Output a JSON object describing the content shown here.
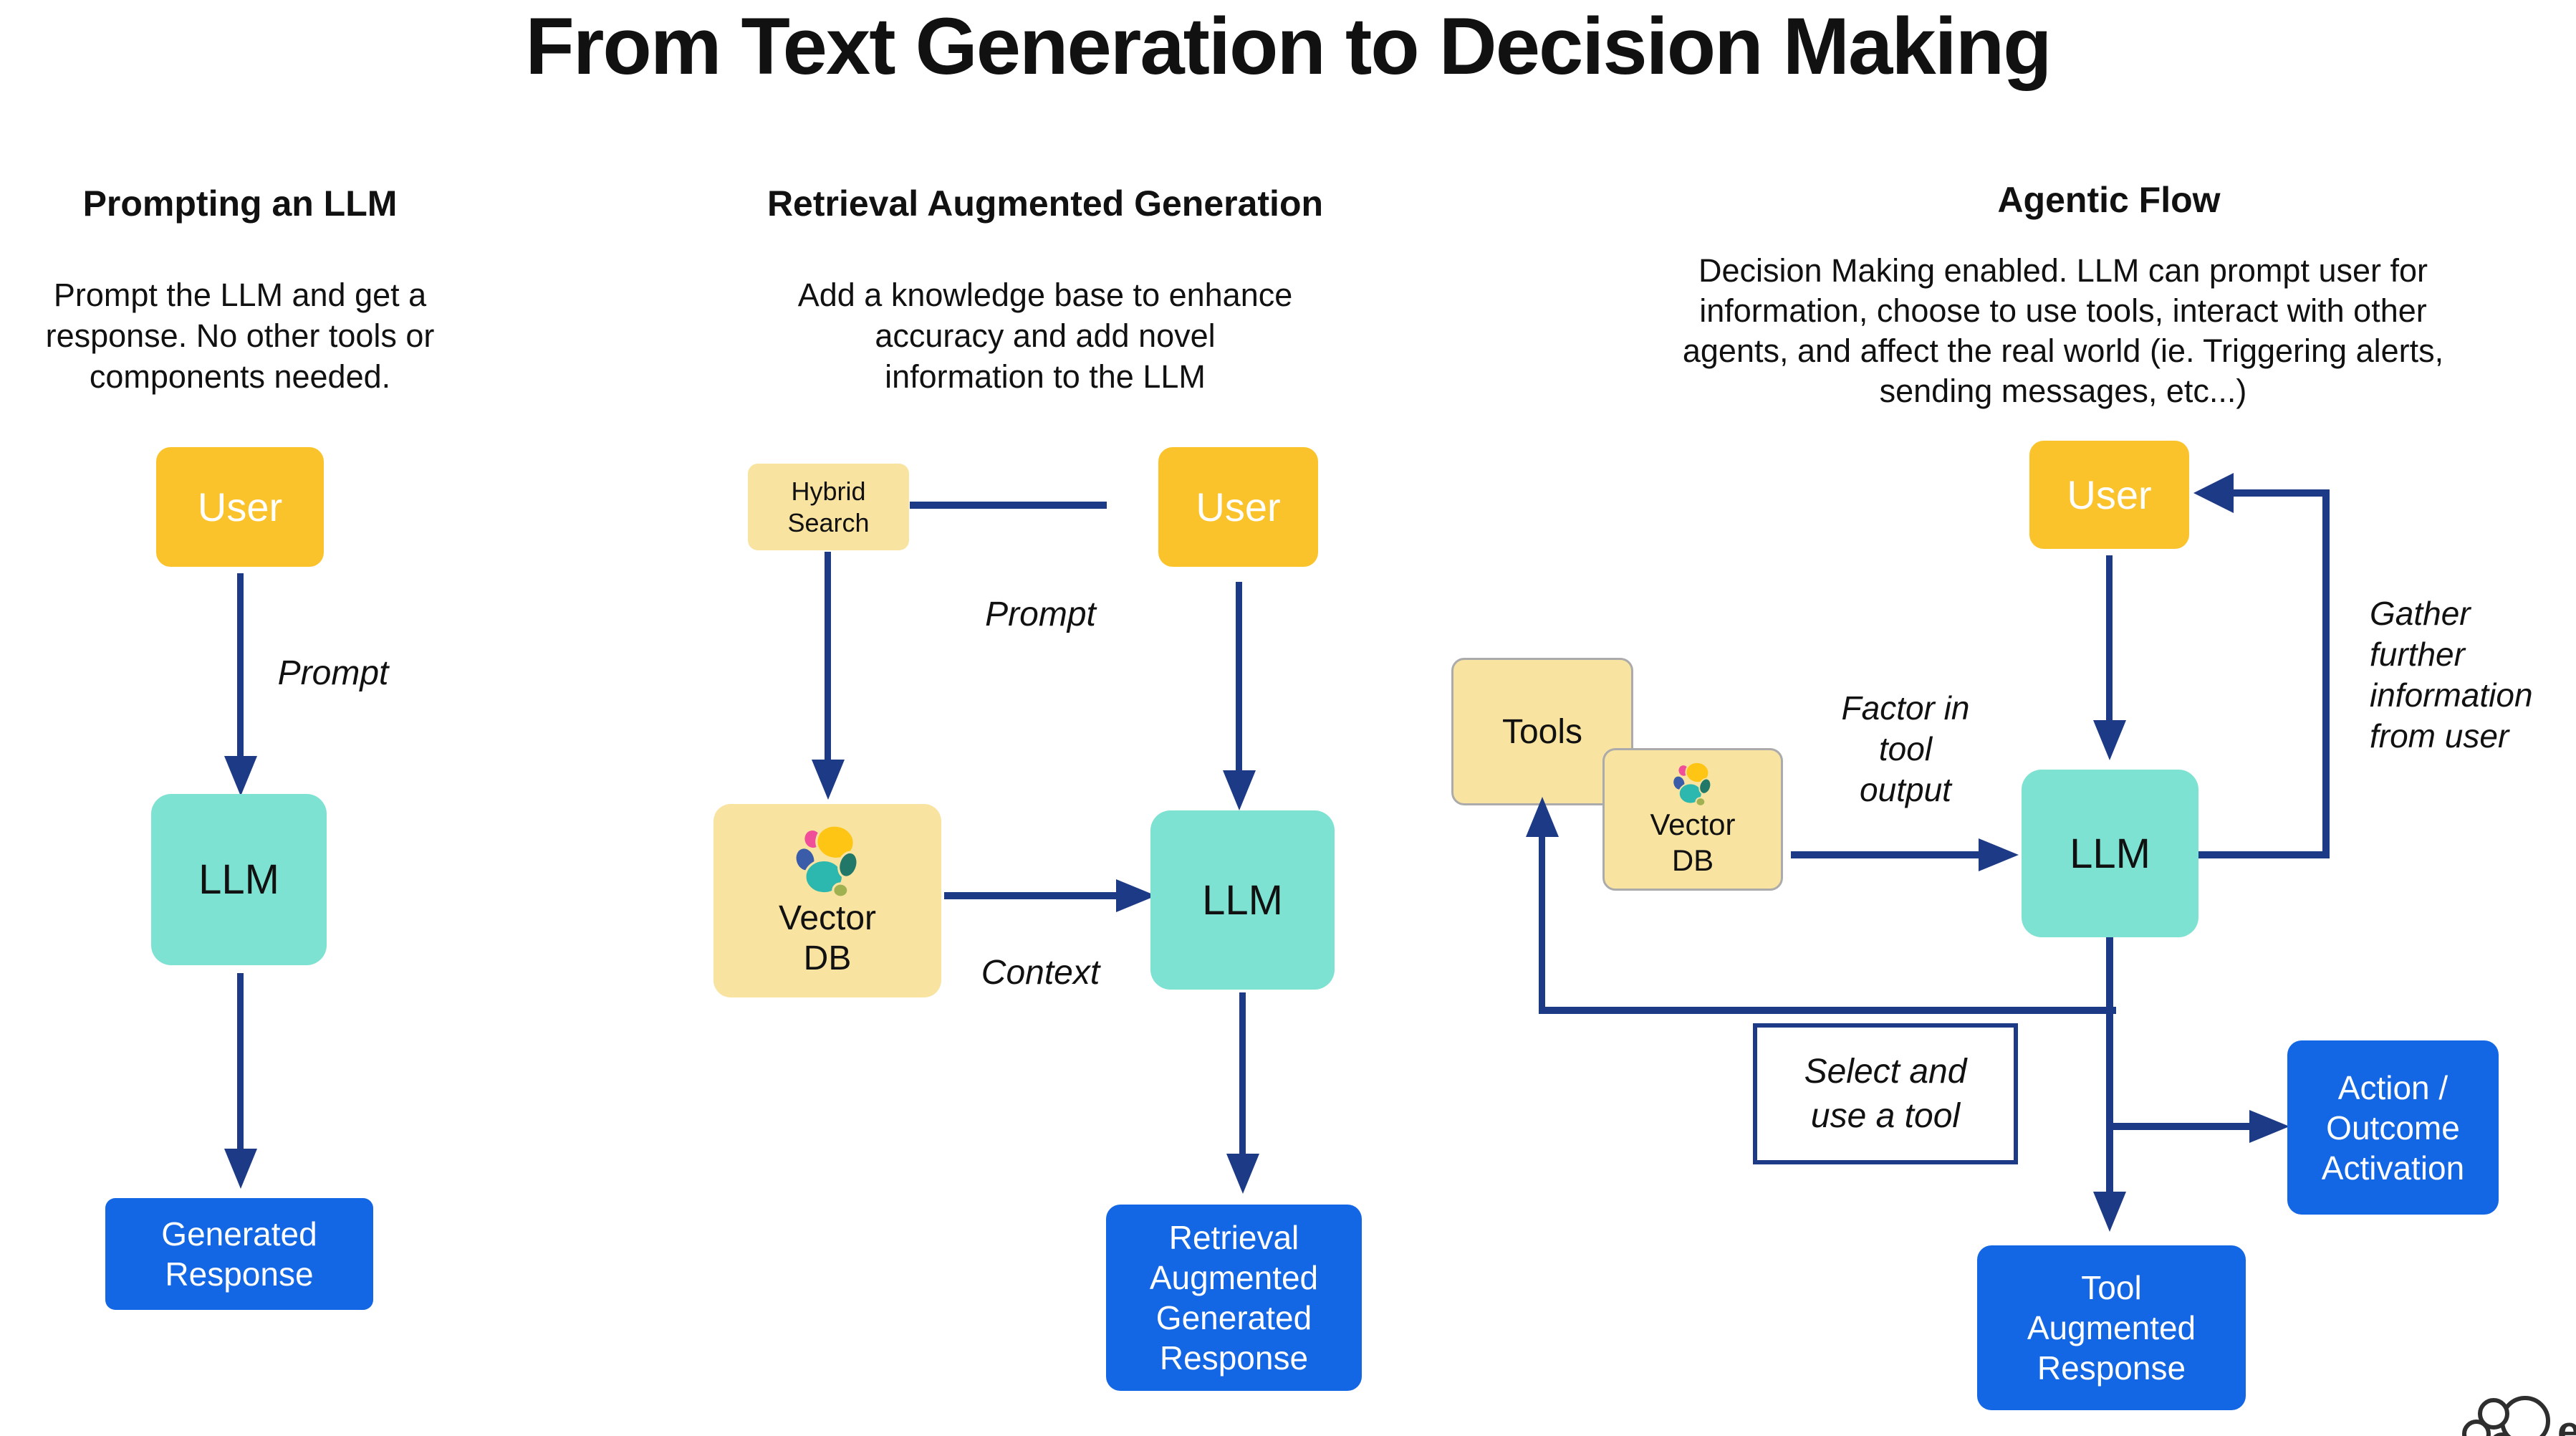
{
  "title": "From Text Generation to Decision Making",
  "colors": {
    "node_yellow": "#FBC32B",
    "node_teal": "#7DE2D1",
    "node_blue": "#1366E4",
    "node_cream": "#F8E3A1",
    "arrow_navy": "#1C3A86",
    "gray_border": "#ABABAB",
    "logo_yellow": "#FEC514",
    "logo_pink": "#F04E98",
    "logo_blue": "#3B5CA8",
    "logo_teal": "#2CB8AE",
    "logo_green": "#217868",
    "logo_olive": "#A0B152"
  },
  "columns": [
    {
      "heading": "Prompting an LLM",
      "description_lines": [
        "Prompt the LLM and get a",
        "response. No other tools or",
        "components needed."
      ],
      "nodes": {
        "user": "User",
        "llm": "LLM",
        "response_lines": [
          "Generated",
          "Response"
        ]
      },
      "labels": {
        "prompt": "Prompt"
      }
    },
    {
      "heading": "Retrieval Augmented Generation",
      "description_lines": [
        "Add a knowledge base to enhance",
        "accuracy and add novel",
        "information to the LLM"
      ],
      "nodes": {
        "hybrid_lines": [
          "Hybrid",
          "Search"
        ],
        "user": "User",
        "vector_db_lines": [
          "Vector",
          "DB"
        ],
        "llm": "LLM",
        "response_lines": [
          "Retrieval",
          "Augmented",
          "Generated",
          "Response"
        ]
      },
      "labels": {
        "prompt": "Prompt",
        "context": "Context"
      }
    },
    {
      "heading": "Agentic Flow",
      "description_lines": [
        "Decision Making enabled. LLM can prompt user for",
        "information, choose to use tools, interact with other",
        "agents, and affect the real world (ie. Triggering alerts,",
        "sending messages, etc...)"
      ],
      "nodes": {
        "user": "User",
        "tools": "Tools",
        "vector_db_lines": [
          "Vector",
          "DB"
        ],
        "llm": "LLM",
        "select_lines": [
          "Select and",
          "use a tool"
        ],
        "action_lines": [
          "Action /",
          "Outcome",
          "Activation"
        ],
        "response_lines": [
          "Tool",
          "Augmented",
          "Response"
        ]
      },
      "labels": {
        "gather_lines": [
          "Gather",
          "further",
          "information",
          "from user"
        ],
        "factor_lines": [
          "Factor in",
          "tool",
          "output"
        ]
      }
    }
  ],
  "watermark_text": "elastic"
}
